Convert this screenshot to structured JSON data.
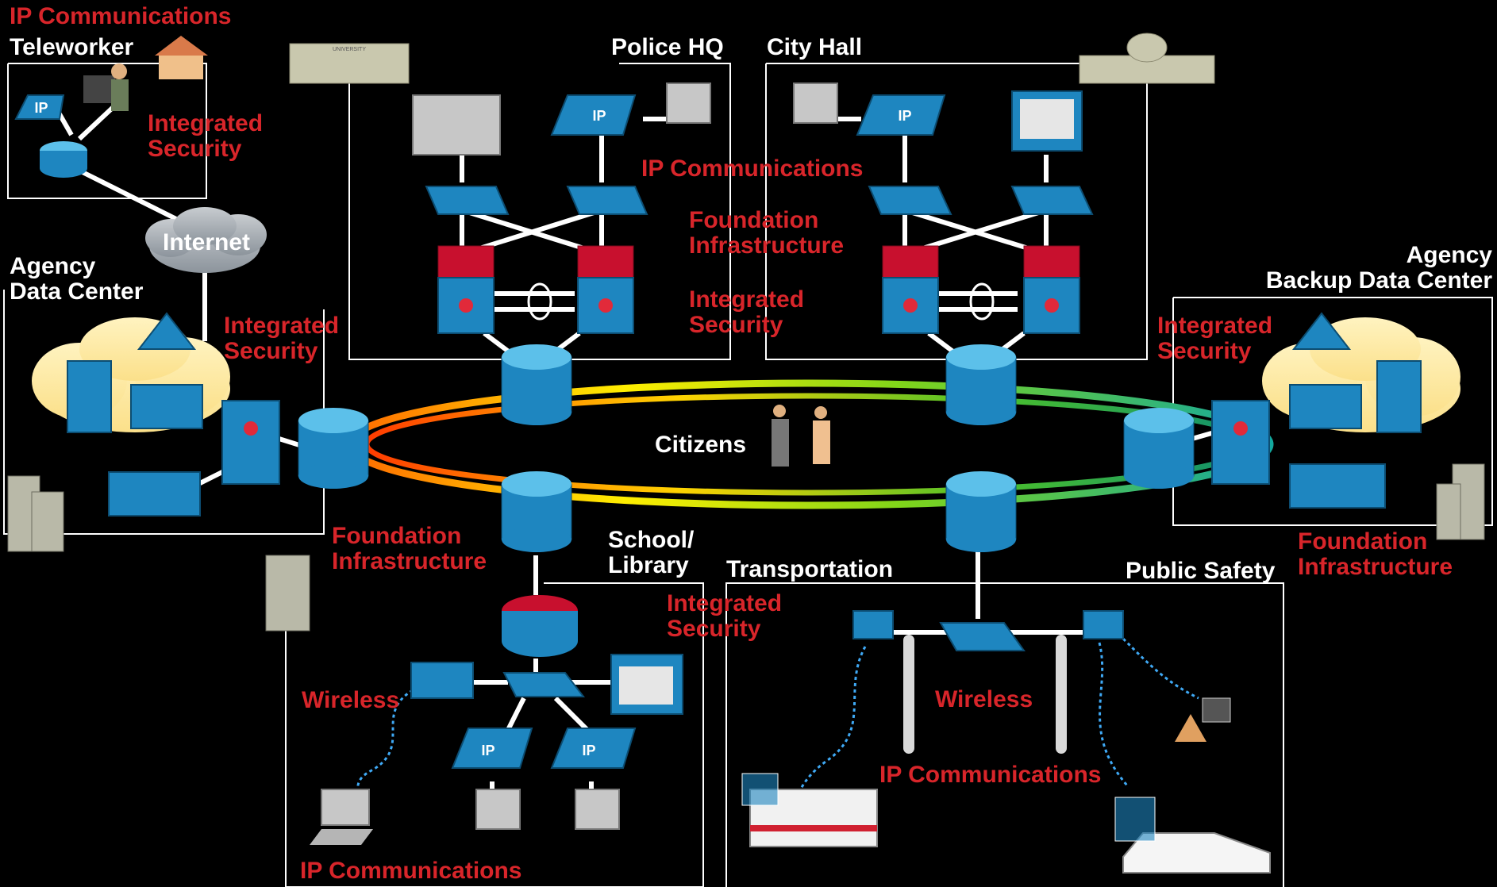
{
  "labels": {
    "ip_comm_top": "IP Communications",
    "teleworker": "Teleworker",
    "teleworker_sec": "Integrated\nSecurity",
    "internet": "Internet",
    "agency_dc": "Agency\nData Center",
    "agency_dc_sec": "Integrated\nSecurity",
    "police_hq": "Police HQ",
    "city_hall": "City Hall",
    "center_ip": "IP Communications",
    "center_foundation": "Foundation\nInfrastructure",
    "center_security": "Integrated\nSecurity",
    "backup_dc": "Agency\nBackup Data Center",
    "backup_sec": "Integrated\nSecurity",
    "backup_foundation": "Foundation\nInfrastructure",
    "citizens": "Citizens",
    "foundation_left": "Foundation\nInfrastructure",
    "school": "School/\nLibrary",
    "school_sec": "Integrated\nSecurity",
    "school_wireless": "Wireless",
    "school_ip": "IP Communications",
    "transportation": "Transportation",
    "public_safety": "Public Safety",
    "transport_wireless": "Wireless",
    "transport_ip": "IP Communications"
  },
  "device_text": {
    "ip_phone": "IP",
    "university": "UNIVERSITY"
  },
  "colors": {
    "background": "#000000",
    "accent_red": "#d8252a",
    "device_blue": "#1e86c0",
    "device_light": "#5cc0ea",
    "firewall_red": "#c8102e",
    "text_white": "#ffffff"
  },
  "icons": [
    "building-icon",
    "house-icon",
    "worker-icon",
    "ip-phone-icon",
    "router-icon",
    "cloud-icon",
    "server-icon",
    "switch-icon",
    "multilayer-switch-icon",
    "firewall-icon",
    "core-switch-icon",
    "pc-icon",
    "camera-icon",
    "wireless-ap-icon",
    "laptop-icon",
    "bus-icon",
    "police-car-icon",
    "pda-icon",
    "citizen-icon"
  ]
}
